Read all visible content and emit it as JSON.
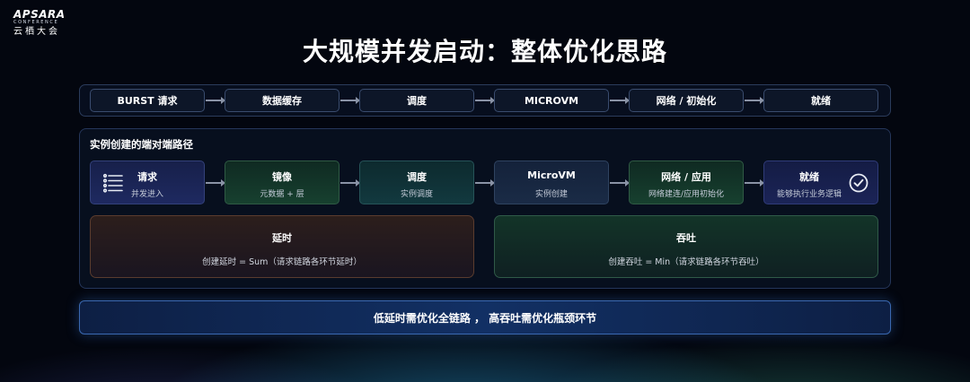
{
  "logo": {
    "main": "APSARA",
    "sub": "CONFERENCE",
    "cn": "云栖大会"
  },
  "title": "大规模并发启动：整体优化思路",
  "pipeline": [
    "BURST 请求",
    "数据缓存",
    "调度",
    "MICROVM",
    "网络 / 初始化",
    "就绪"
  ],
  "e2e": {
    "title": "实例创建的端对端路径",
    "stages": [
      {
        "label": "请求",
        "sub": "并发进入"
      },
      {
        "label": "镜像",
        "sub": "元数据 + 层"
      },
      {
        "label": "调度",
        "sub": "实例调度"
      },
      {
        "label": "MicroVM",
        "sub": "实例创建"
      },
      {
        "label": "网络 / 应用",
        "sub": "网络建连/应用初始化"
      },
      {
        "label": "就绪",
        "sub": "能够执行业务逻辑"
      }
    ]
  },
  "latency": {
    "title": "延时",
    "formula": "创建延时 = Sum（请求链路各环节延时）"
  },
  "throughput": {
    "title": "吞吐",
    "formula": "创建吞吐 = Min（请求链路各环节吞吐）"
  },
  "banner": "低延时需优化全链路 ， 高吞吐需优化瓶颈环节",
  "icons": {
    "first_stage": "list-icon",
    "last_stage": "check-circle-icon"
  }
}
